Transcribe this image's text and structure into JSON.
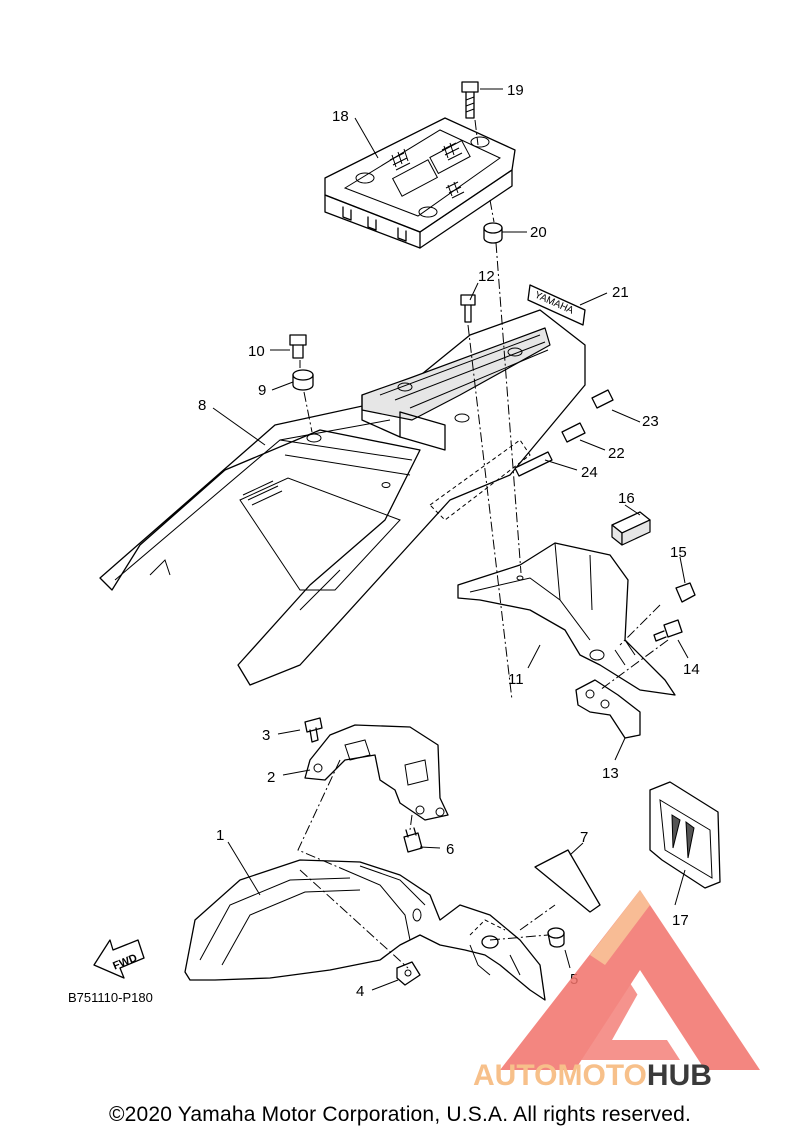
{
  "diagram": {
    "callouts": {
      "c1": "1",
      "c2": "2",
      "c3": "3",
      "c4": "4",
      "c5": "5",
      "c6": "6",
      "c7": "7",
      "c8": "8",
      "c9": "9",
      "c10": "10",
      "c11": "11",
      "c12": "12",
      "c13": "13",
      "c14": "14",
      "c15": "15",
      "c16": "16",
      "c17": "17",
      "c18": "18",
      "c19": "19",
      "c20": "20",
      "c21": "21",
      "c22": "22",
      "c23": "23",
      "c24": "24"
    },
    "emblem_text": "YAMAHA",
    "fwd_label": "FWD",
    "diagram_code": "B751110-P180"
  },
  "watermark": {
    "brand_part1": "AUTOMOTO",
    "brand_part2": "HUB",
    "color_primary": "#f2726a",
    "color_secondary": "#f7c08a",
    "color_dark": "#3a3a3a"
  },
  "footer": {
    "copyright": "©2020 Yamaha Motor Corporation, U.S.A. All rights reserved."
  }
}
